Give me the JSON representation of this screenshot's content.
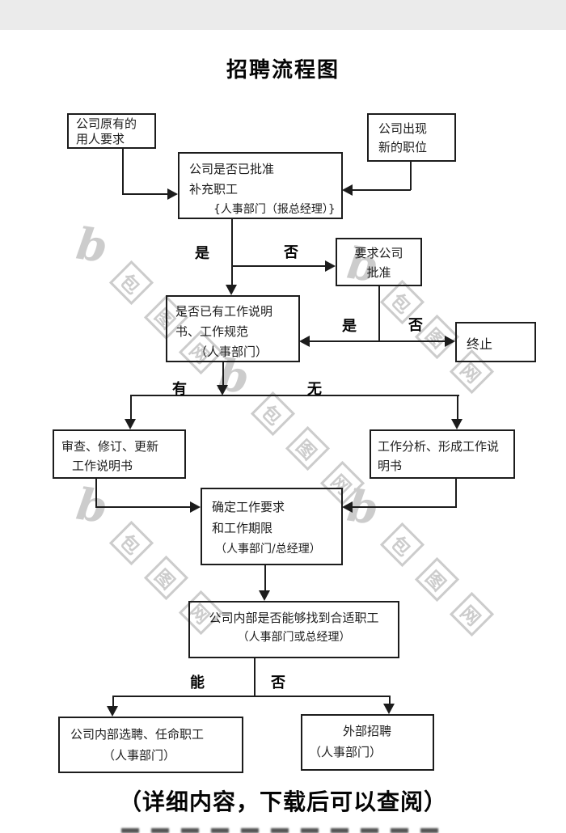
{
  "title": "招聘流程图",
  "footer": "（详细内容，下载后可以查阅）",
  "colors": {
    "line": "#1c1c1c",
    "watermark": "#cccccc",
    "top_band": "#ebebeb"
  },
  "watermark": {
    "logo": "b",
    "chars": [
      "包",
      "图",
      "网"
    ]
  },
  "nodes": {
    "origin_demand": {
      "line1": "公司原有的",
      "line2": "用人要求"
    },
    "new_position": {
      "line1": "公司出现",
      "line2": "新的职位"
    },
    "approval_check": {
      "line1": "公司是否已批准",
      "line2": "补充职工",
      "line3": "{人事部门（报总经理）}"
    },
    "require_approval": {
      "line1": "要求公司",
      "line2": "批准"
    },
    "jobdoc_check": {
      "line1": "是否已有工作说明",
      "line2": "书、工作规范",
      "line3": "（人事部门）"
    },
    "terminate": {
      "line1": "终止"
    },
    "review_update": {
      "line1": "审查、修订、更新",
      "line2": "工作说明书"
    },
    "job_analysis": {
      "line1": "工作分析、形成工作说",
      "line2": "明书"
    },
    "define_req": {
      "line1": "确定工作要求",
      "line2": "和工作期限",
      "line3": "（人事部门/总经理）"
    },
    "internal_check": {
      "line1": "公司内部是否能够找到合适职工",
      "line2": "（人事部门或总经理）"
    },
    "internal_hire": {
      "line1": "公司内部选聘、任命职工",
      "line2": "（人事部门）"
    },
    "external_hire": {
      "line1": "外部招聘",
      "line2": "（人事部门）"
    }
  },
  "labels": {
    "yes1": "是",
    "no1": "否",
    "yes2": "是",
    "no2": "否",
    "have": "有",
    "none": "无",
    "can": "能",
    "cannot": "否"
  }
}
